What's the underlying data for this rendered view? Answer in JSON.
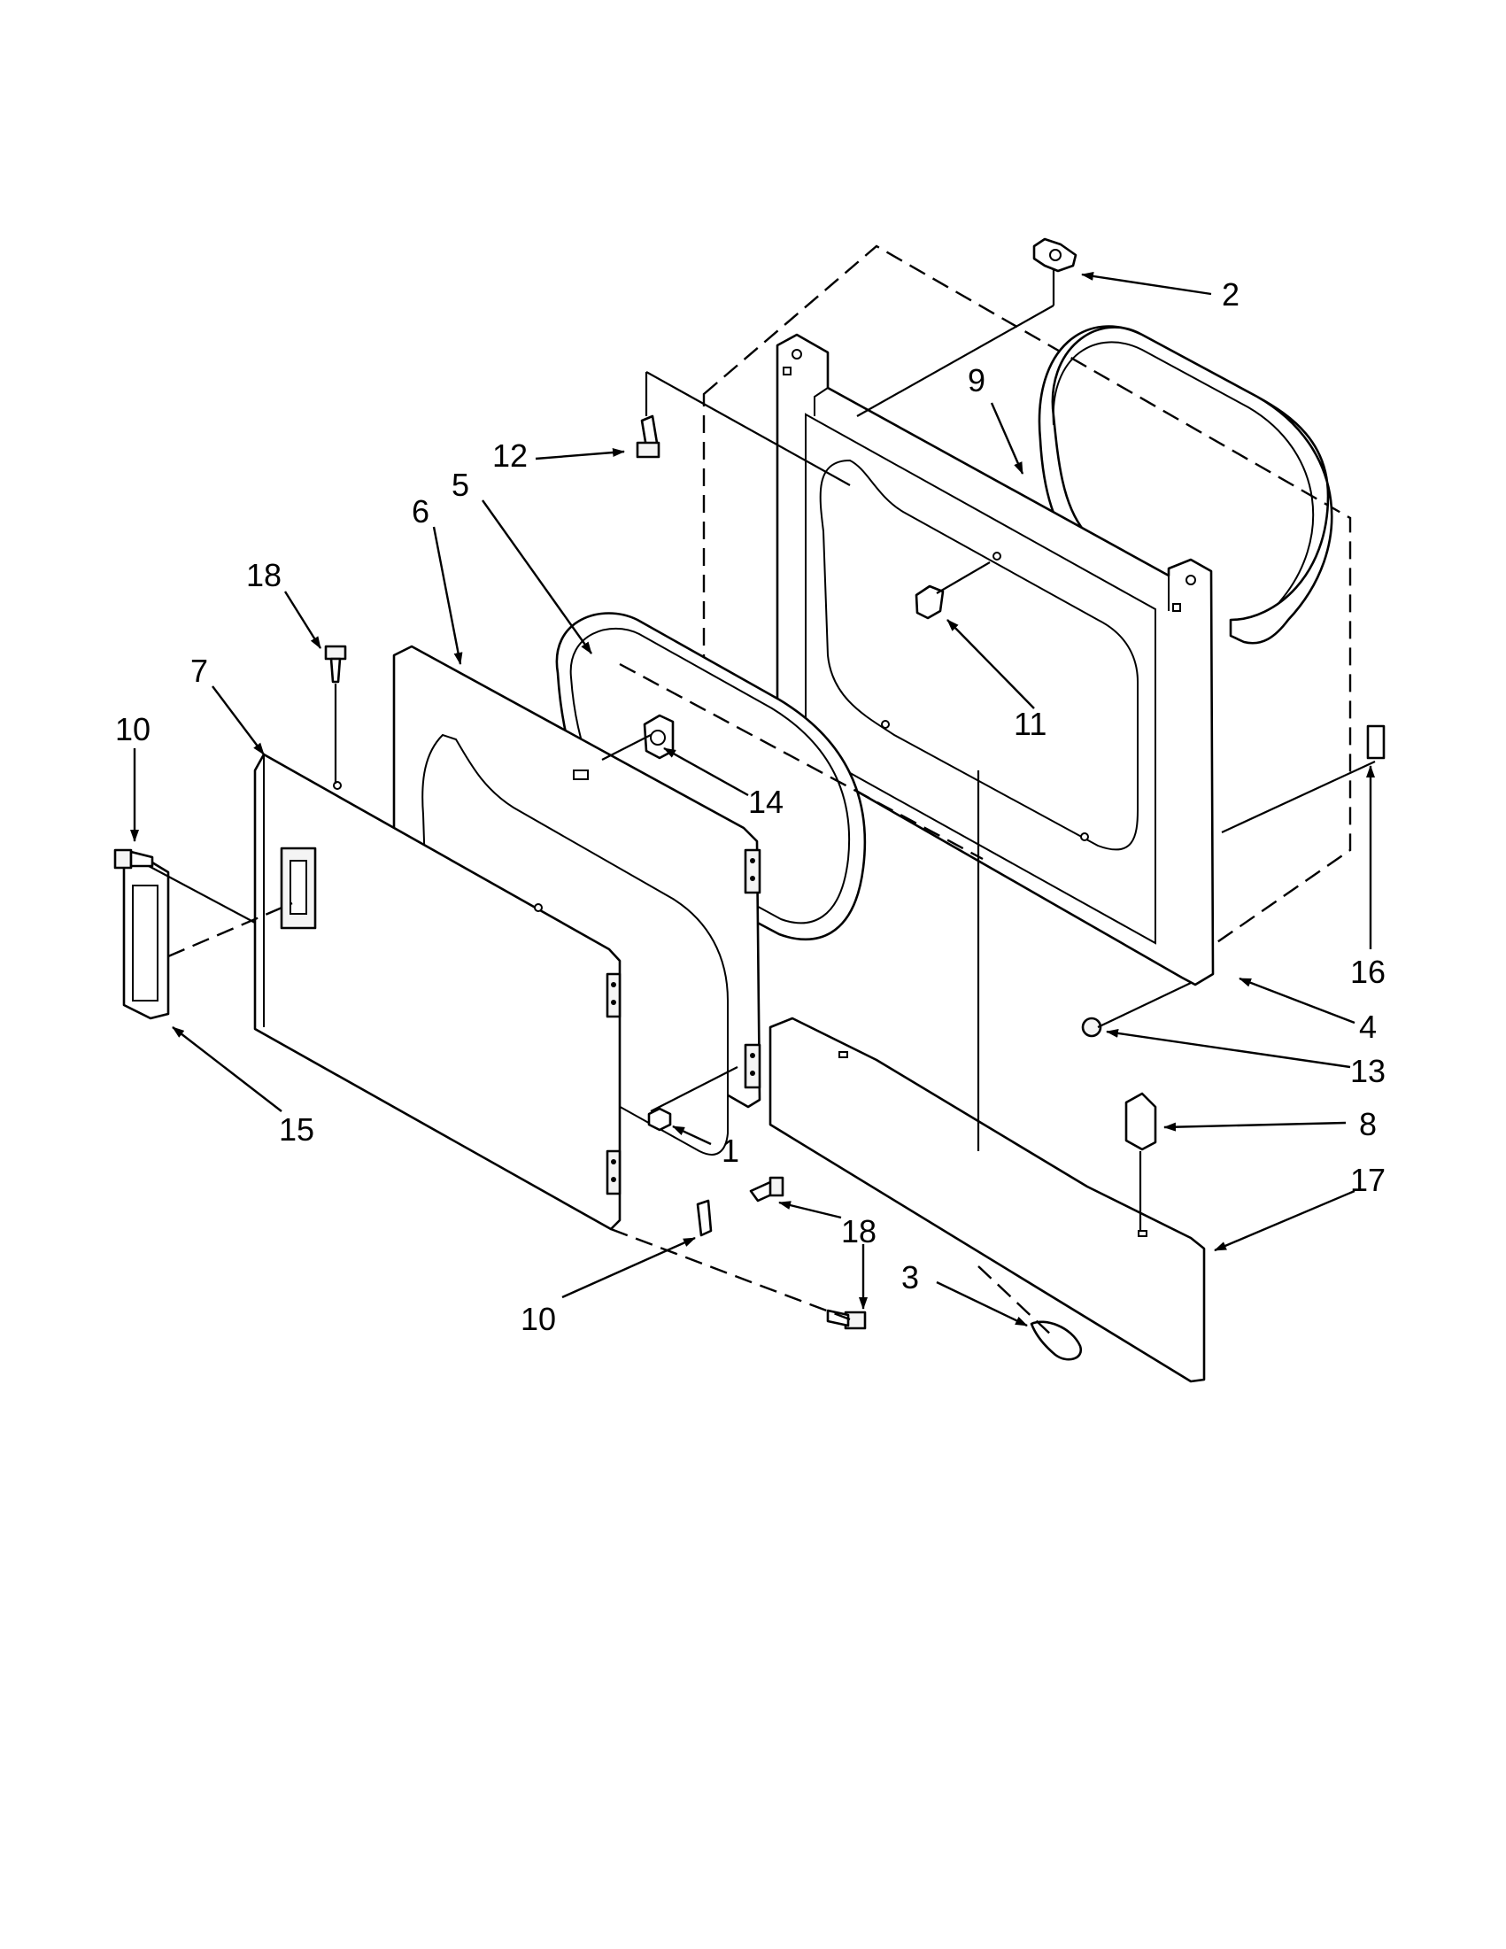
{
  "callouts": {
    "c1": "1",
    "c2": "2",
    "c3": "3",
    "c4": "4",
    "c5": "5",
    "c6": "6",
    "c7": "7",
    "c8": "8",
    "c9": "9",
    "c10a": "10",
    "c10b": "10",
    "c11": "11",
    "c12": "12",
    "c13": "13",
    "c14": "14",
    "c15": "15",
    "c16": "16",
    "c17": "17",
    "c18a": "18",
    "c18b": "18"
  }
}
